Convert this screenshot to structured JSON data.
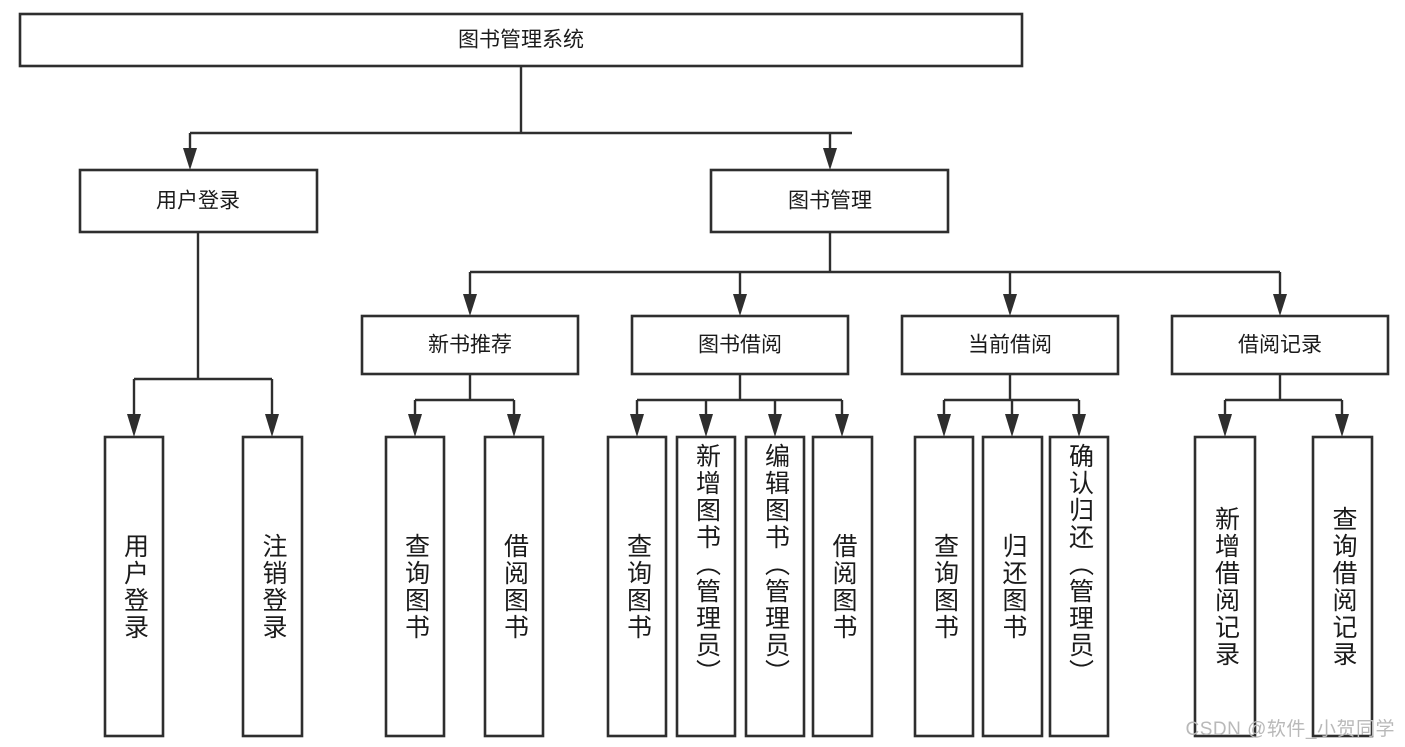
{
  "diagram": {
    "type": "tree",
    "title": "图书管理系统",
    "watermark": "CSDN @软件_小贺同学",
    "colors": {
      "background": "#ffffff",
      "stroke": "#2e2e2e",
      "text": "#1b1b1b",
      "watermark": "#b9b9b9"
    },
    "root": {
      "label": "图书管理系统",
      "level": 0
    },
    "level1": [
      {
        "label": "用户登录"
      },
      {
        "label": "图书管理"
      }
    ],
    "level2": [
      {
        "label": "新书推荐"
      },
      {
        "label": "图书借阅"
      },
      {
        "label": "当前借阅"
      },
      {
        "label": "借阅记录"
      }
    ],
    "leaves": {
      "user_login": [
        {
          "label": "用户登录"
        },
        {
          "label": "注销登录"
        }
      ],
      "new_book_recommend": [
        {
          "label": "查询图书"
        },
        {
          "label": "借阅图书"
        }
      ],
      "book_borrow": [
        {
          "label": "查询图书"
        },
        {
          "label": "新增图书（管理员）"
        },
        {
          "label": "编辑图书（管理员）"
        },
        {
          "label": "借阅图书"
        }
      ],
      "current_borrow": [
        {
          "label": "查询图书"
        },
        {
          "label": "归还图书"
        },
        {
          "label": "确认归还（管理员）"
        }
      ],
      "borrow_record": [
        {
          "label": "新增借阅记录"
        },
        {
          "label": "查询借阅记录"
        }
      ]
    }
  }
}
